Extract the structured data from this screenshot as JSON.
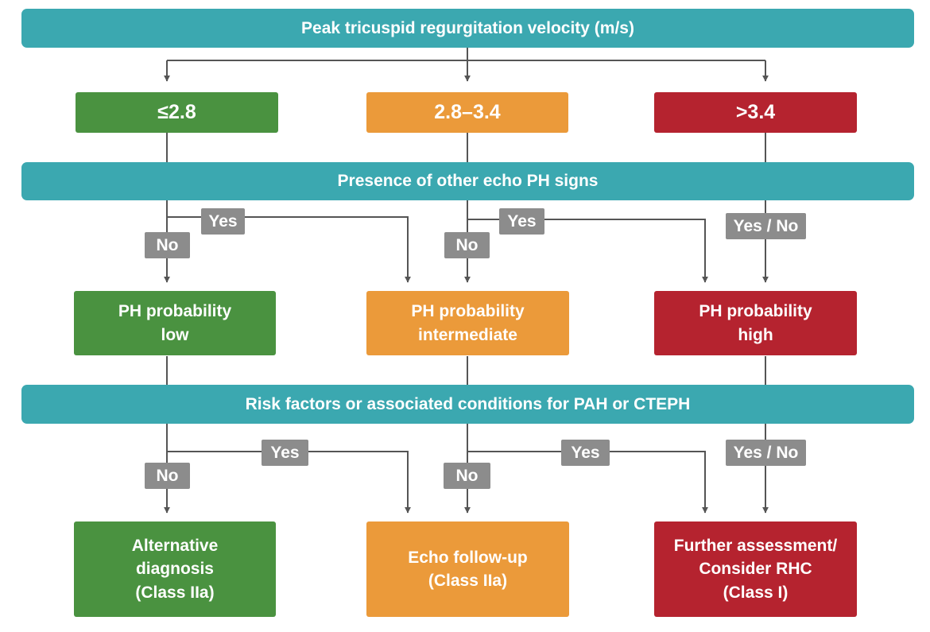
{
  "header": "Peak tricuspid regurgitation velocity (m/s)",
  "ranges": [
    "≤2.8",
    "2.8–3.4",
    ">3.4"
  ],
  "echo_signs": "Presence of other echo PH signs",
  "probability": [
    [
      "PH probability",
      "low"
    ],
    [
      "PH probability",
      "intermediate"
    ],
    [
      "PH probability",
      "high"
    ]
  ],
  "risk_factors": "Risk factors or associated conditions for PAH or CTEPH",
  "outcomes": [
    [
      "Alternative",
      "diagnosis",
      "(Class IIa)"
    ],
    [
      "Echo follow-up",
      "(Class IIa)"
    ],
    [
      "Further assessment/",
      "Consider RHC",
      "(Class I)"
    ]
  ],
  "labels": {
    "yes": "Yes",
    "no": "No",
    "yes_no": "Yes / No"
  },
  "colors": {
    "teal": "#3ba8b0",
    "green": "#4a9240",
    "orange": "#eb9a3a",
    "red": "#b5232f",
    "label_gray": "#8c8c8c",
    "line": "#555555"
  }
}
